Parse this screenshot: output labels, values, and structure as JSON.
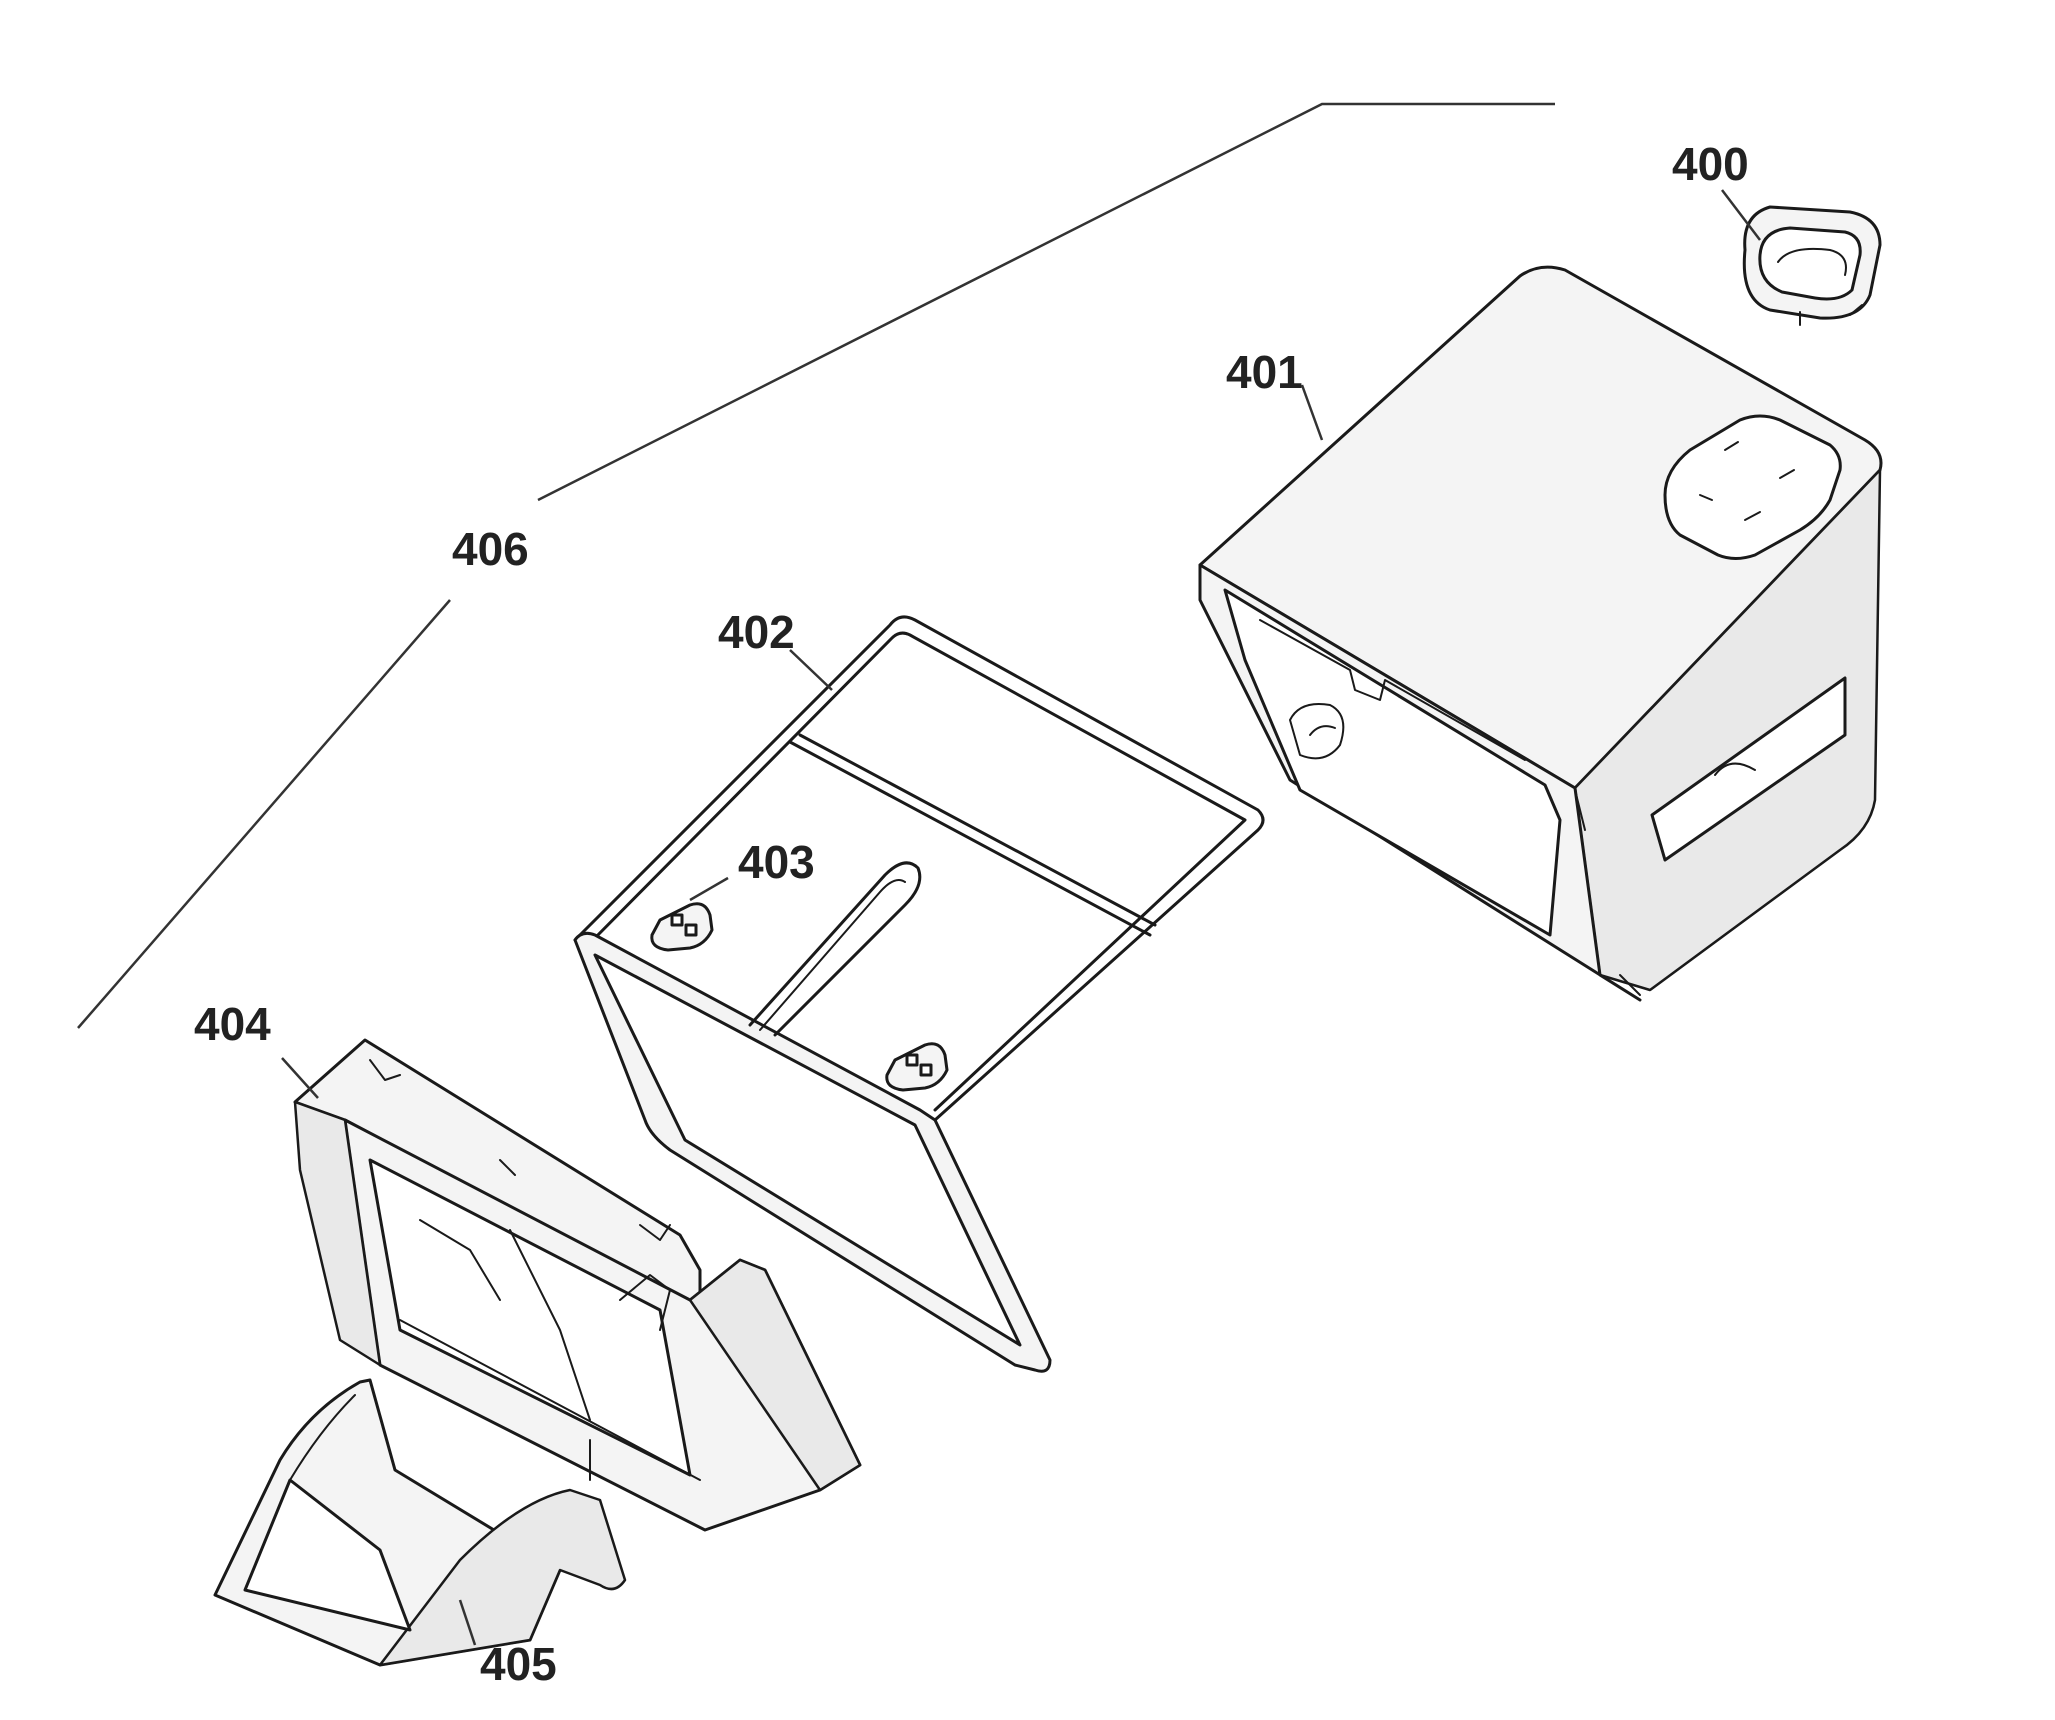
{
  "labels": {
    "p400": "400",
    "p401": "401",
    "p402": "402",
    "p403": "403",
    "p404": "404",
    "p405": "405",
    "p406": "406"
  }
}
